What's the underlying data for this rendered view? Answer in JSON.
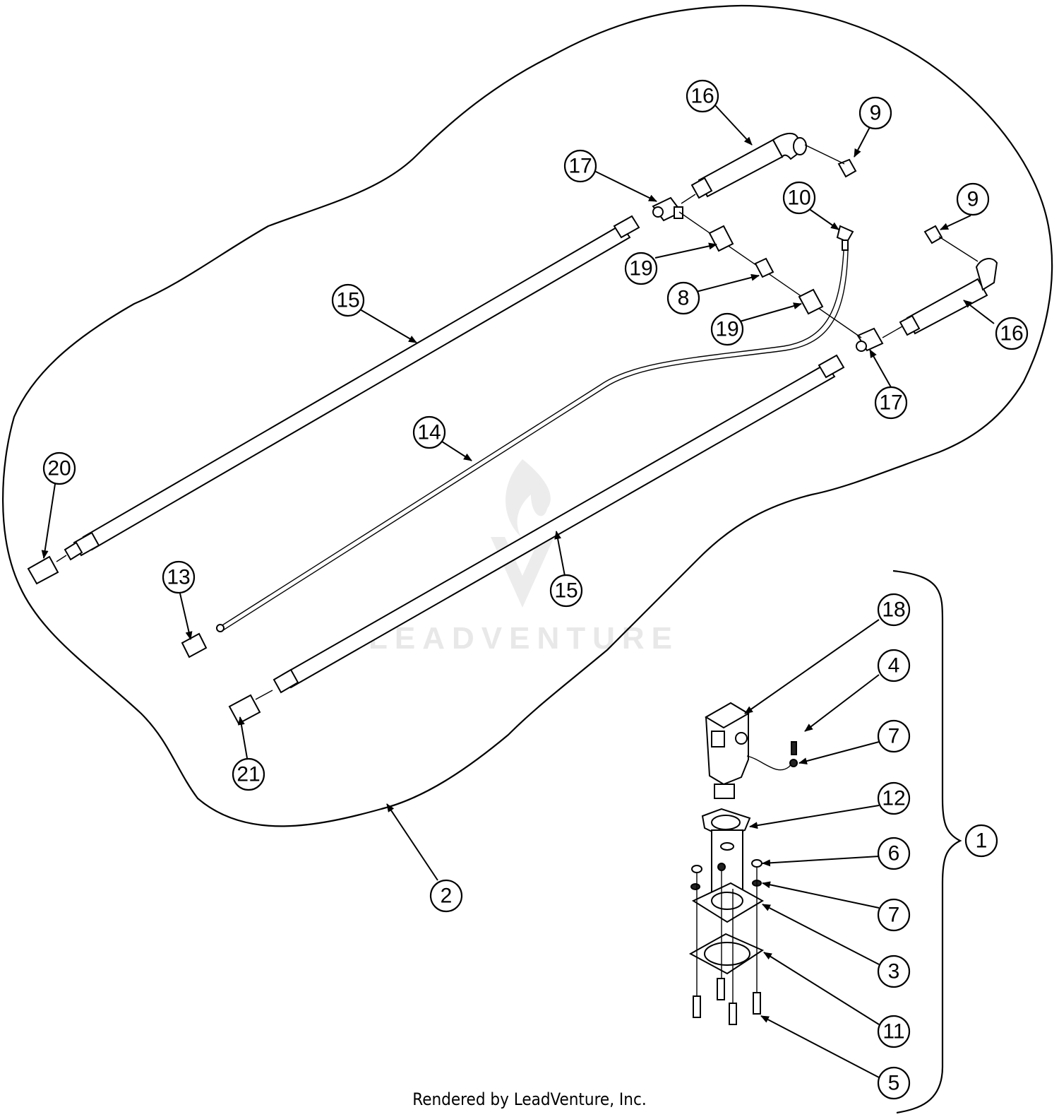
{
  "watermark": {
    "text": "LEADVENTURE",
    "logo_icon": "leadventure-flame-logo"
  },
  "footer": {
    "text": "Rendered by LeadVenture, Inc."
  },
  "callouts": [
    {
      "id": "c1",
      "label": "1"
    },
    {
      "id": "c2",
      "label": "2"
    },
    {
      "id": "c3",
      "label": "3"
    },
    {
      "id": "c4",
      "label": "4"
    },
    {
      "id": "c5",
      "label": "5"
    },
    {
      "id": "c6",
      "label": "6"
    },
    {
      "id": "c7a",
      "label": "7"
    },
    {
      "id": "c7b",
      "label": "7"
    },
    {
      "id": "c8",
      "label": "8"
    },
    {
      "id": "c9a",
      "label": "9"
    },
    {
      "id": "c9b",
      "label": "9"
    },
    {
      "id": "c10",
      "label": "10"
    },
    {
      "id": "c11",
      "label": "11"
    },
    {
      "id": "c12",
      "label": "12"
    },
    {
      "id": "c13",
      "label": "13"
    },
    {
      "id": "c14",
      "label": "14"
    },
    {
      "id": "c15a",
      "label": "15"
    },
    {
      "id": "c15b",
      "label": "15"
    },
    {
      "id": "c16a",
      "label": "16"
    },
    {
      "id": "c16b",
      "label": "16"
    },
    {
      "id": "c17a",
      "label": "17"
    },
    {
      "id": "c17b",
      "label": "17"
    },
    {
      "id": "c18",
      "label": "18"
    },
    {
      "id": "c19a",
      "label": "19"
    },
    {
      "id": "c19b",
      "label": "19"
    },
    {
      "id": "c20",
      "label": "20"
    },
    {
      "id": "c21",
      "label": "21"
    }
  ]
}
